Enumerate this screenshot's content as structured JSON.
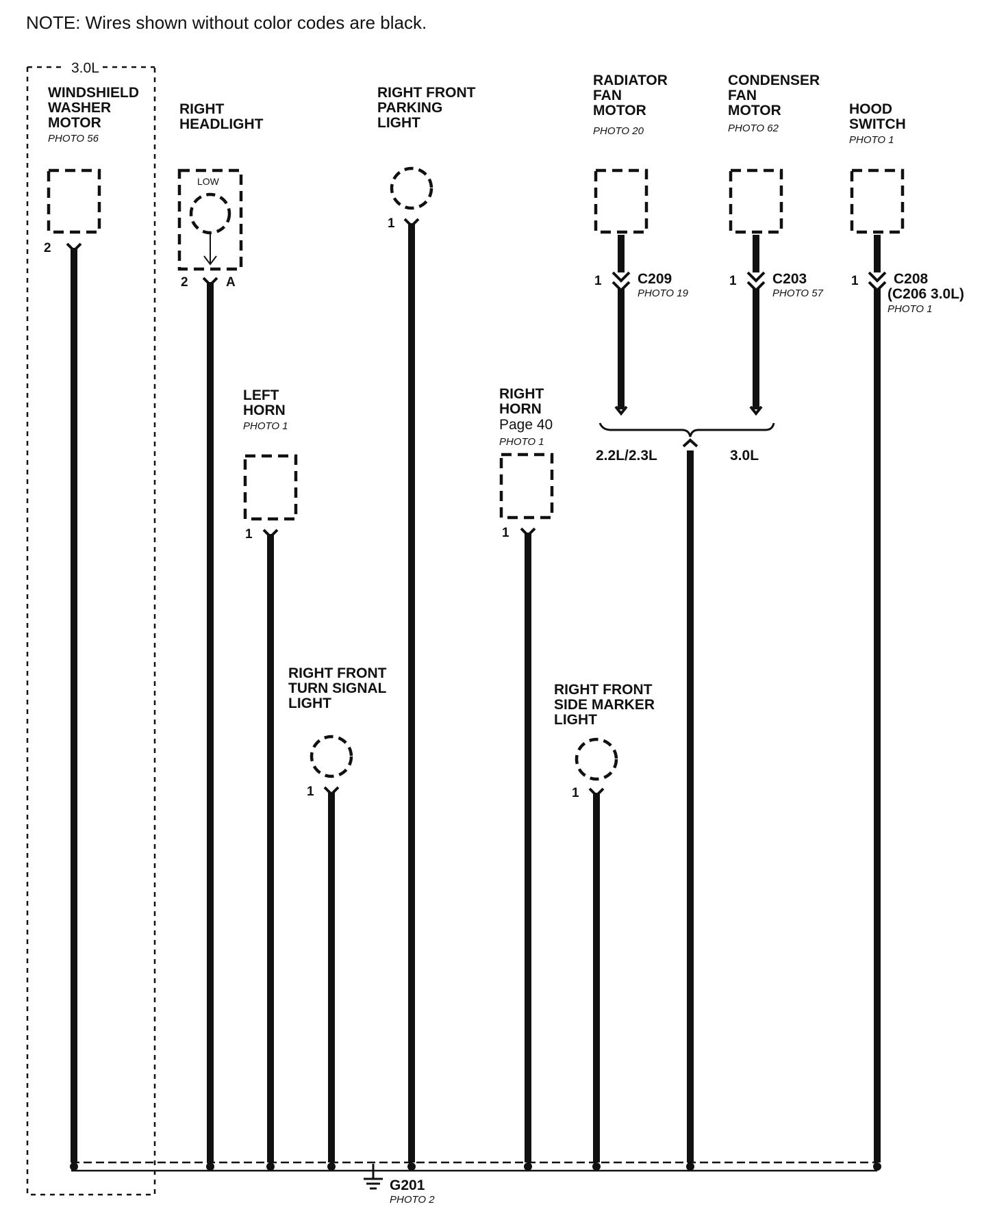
{
  "note": "NOTE: Wires shown without color codes are black.",
  "box_label": "3.0L",
  "components": {
    "washer": {
      "lines": [
        "WINDSHIELD",
        "WASHER",
        "MOTOR"
      ],
      "photo": "PHOTO 56",
      "pin": "2"
    },
    "headlight": {
      "lines": [
        "RIGHT",
        "HEADLIGHT"
      ],
      "inner": "LOW",
      "pin": "2",
      "pin2": "A"
    },
    "left_horn": {
      "lines": [
        "LEFT",
        "HORN"
      ],
      "photo": "PHOTO 1",
      "pin": "1"
    },
    "turn_signal": {
      "lines": [
        "RIGHT FRONT",
        "TURN SIGNAL",
        "LIGHT"
      ],
      "pin": "1"
    },
    "parking": {
      "lines": [
        "RIGHT FRONT",
        "PARKING",
        "LIGHT"
      ],
      "pin": "1"
    },
    "right_horn": {
      "lines": [
        "RIGHT",
        "HORN"
      ],
      "page": "Page 40",
      "photo": "PHOTO 1",
      "pin": "1"
    },
    "side_marker": {
      "lines": [
        "RIGHT FRONT",
        "SIDE MARKER",
        "LIGHT"
      ],
      "pin": "1"
    },
    "radiator": {
      "lines": [
        "RADIATOR",
        "FAN",
        "MOTOR"
      ],
      "photo": "PHOTO 20",
      "pin": "1",
      "connector": "C209",
      "connector_photo": "PHOTO 19"
    },
    "condenser": {
      "lines": [
        "CONDENSER",
        "FAN",
        "MOTOR"
      ],
      "photo": "PHOTO 62",
      "pin": "1",
      "connector": "C203",
      "connector_photo": "PHOTO 57"
    },
    "hood": {
      "lines": [
        "HOOD",
        "SWITCH"
      ],
      "photo": "PHOTO 1",
      "pin": "1",
      "connector": "C208",
      "connector_alt": "(C206 3.0L)",
      "connector_photo": "PHOTO 1"
    }
  },
  "brace": {
    "left": "2.2L/2.3L",
    "right": "3.0L"
  },
  "ground": {
    "name": "G201",
    "photo": "PHOTO 2"
  }
}
